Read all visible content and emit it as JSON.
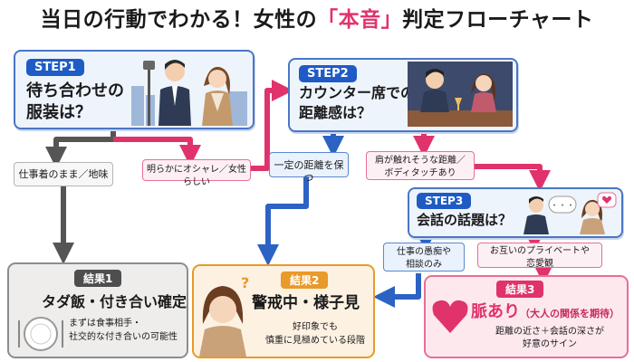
{
  "title": {
    "part1": "当日の行動でわかる！女性の",
    "highlight": "「本音」",
    "part2": "判定フローチャート"
  },
  "step1": {
    "badge": "STEP1",
    "question_line1": "待ち合わせの",
    "question_line2": "服装は？"
  },
  "step2": {
    "badge": "STEP2",
    "question_line1": "カウンター席での",
    "question_line2": "距離感は？"
  },
  "step3": {
    "badge": "STEP3",
    "question": "会話の話題は？",
    "bubble_text": "・・・"
  },
  "options": {
    "s1_a": "仕事着のまま／地味",
    "s1_b": "明らかにオシャレ／女性らしい",
    "s2_a": "一定の距離を保つ",
    "s2_b_line1": "肩が触れそうな距離／",
    "s2_b_line2": "ボディタッチあり",
    "s3_a_line1": "仕事の愚痴や",
    "s3_a_line2": "相談のみ",
    "s3_b_line1": "お互いのプライベートや",
    "s3_b_line2": "恋愛観"
  },
  "result1": {
    "badge": "結果1",
    "title": "タダ飯・付き合い確定",
    "desc_line1": "まずは食事相手・",
    "desc_line2": "社交的な付き合いの可能性"
  },
  "result2": {
    "badge": "結果2",
    "title": "警戒中・様子見",
    "desc_line1": "好印象でも",
    "desc_line2": "慎重に見極めている段階",
    "mark": "?"
  },
  "result3": {
    "badge": "結果3",
    "title": "脈あり",
    "subtitle": "（大人の関係を期待）",
    "desc_line1": "距離の近さ＋会話の深さが",
    "desc_line2": "好意のサイン"
  },
  "colors": {
    "blue": "#1f5bc4",
    "pink": "#e0336b",
    "gray": "#555555",
    "orange": "#e89a2a"
  },
  "icons": [
    "arrow-icon",
    "person-icon",
    "heart-icon",
    "plate-icon",
    "speech-bubble-icon",
    "wine-glass-icon",
    "building-icon",
    "lamp-icon"
  ]
}
